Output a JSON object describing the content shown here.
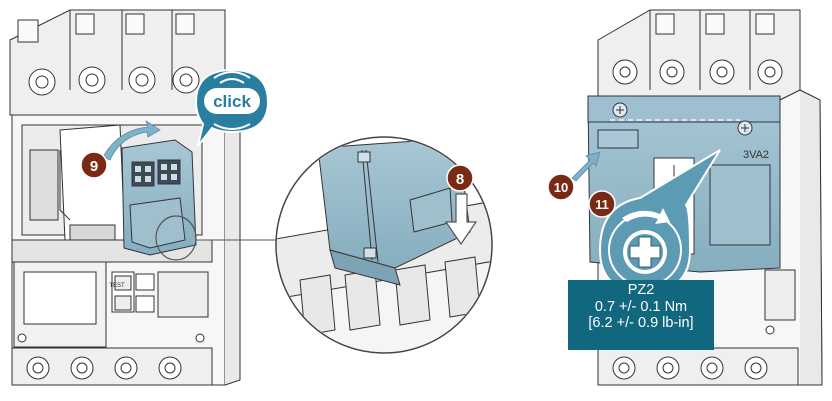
{
  "callouts": {
    "click_label": "click",
    "step_8": "8",
    "step_9": "9",
    "step_10": "10",
    "step_11": "11"
  },
  "device": {
    "model_label": "3VA2",
    "button_label": "TEST"
  },
  "torque_spec": {
    "bit": "PZ2",
    "metric": "0.7 +/- 0.1 Nm",
    "imperial": "[6.2 +/- 0.9 lb-in]"
  },
  "colors": {
    "step_badge": "#7a2a14",
    "accessory_blue": "#8fb4c4",
    "callout_blue": "#5d9ab4",
    "label_box": "#10677e",
    "line": "#333333"
  },
  "icons": [
    "phillips-screw-icon",
    "rotation-arrow-icon",
    "push-down-arrow-icon",
    "insert-arrow-icon"
  ]
}
